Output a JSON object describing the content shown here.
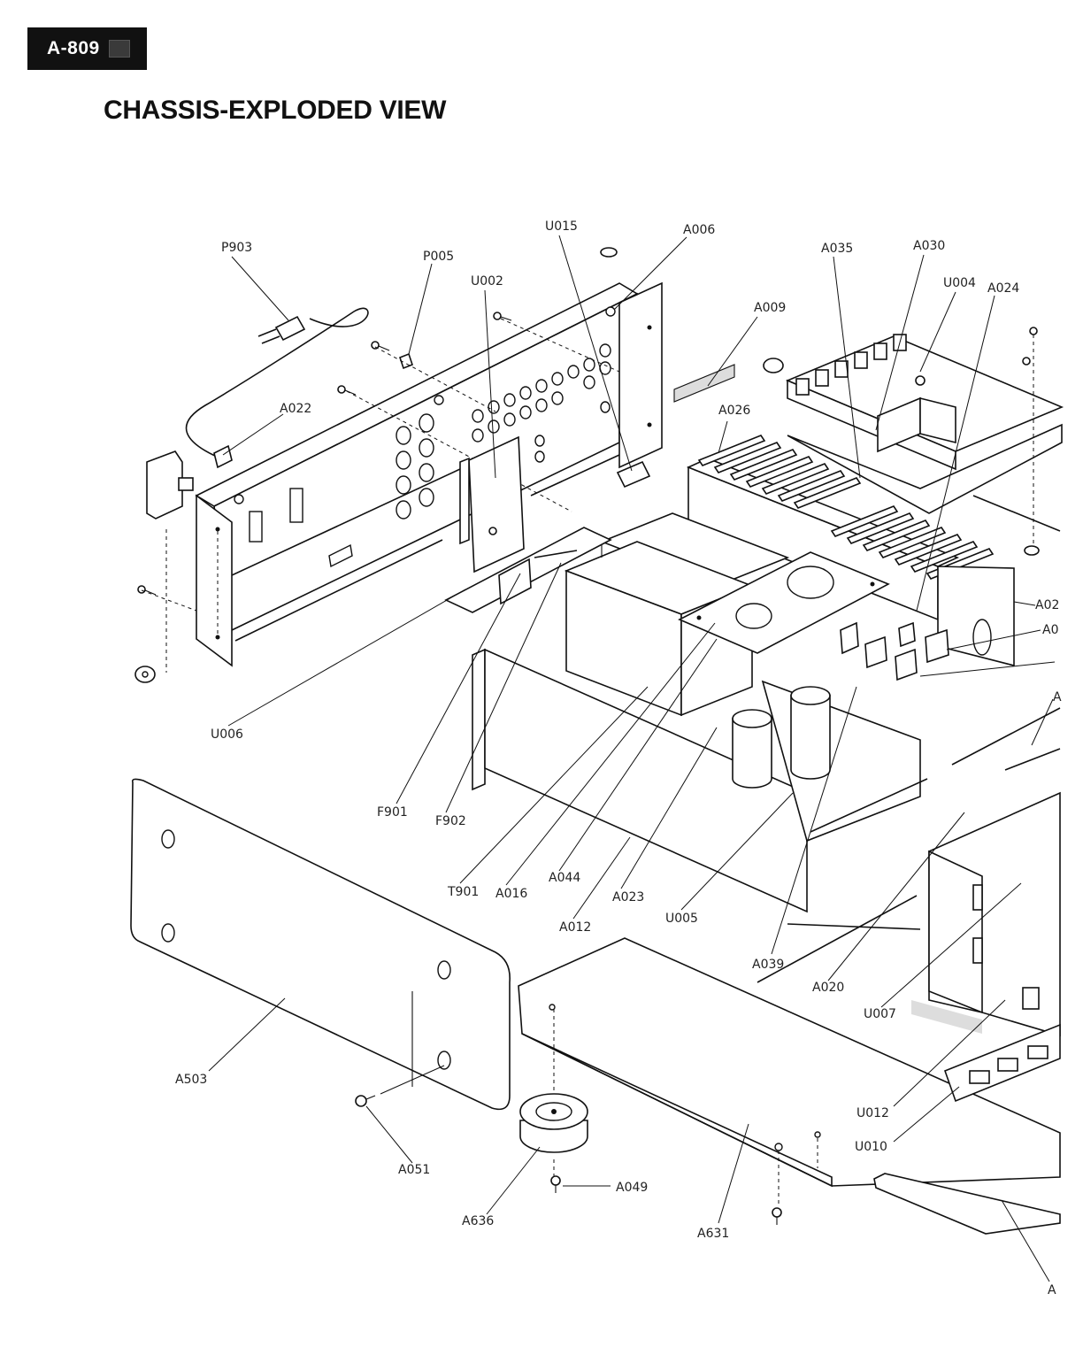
{
  "header": {
    "model": "A-809",
    "title": "CHASSIS-EXPLODED VIEW"
  },
  "part_labels": {
    "P903": "P903",
    "P005": "P005",
    "U015": "U015",
    "A006": "A006",
    "U002": "U002",
    "A009": "A009",
    "A035": "A035",
    "A030": "A030",
    "U004": "U004",
    "A024": "A024",
    "A022": "A022",
    "A026": "A026",
    "A02x": "A02",
    "A0x1": "A0",
    "A0x2": "A",
    "U006": "U006",
    "F901": "F901",
    "F902": "F902",
    "T901": "T901",
    "A016": "A016",
    "A044": "A044",
    "A023": "A023",
    "A012": "A012",
    "U005": "U005",
    "A039": "A039",
    "A020": "A020",
    "U007": "U007",
    "A503": "A503",
    "A051": "A051",
    "U012": "U012",
    "U010": "U010",
    "A049": "A049",
    "A636": "A636",
    "A631": "A631",
    "Axx": "A"
  }
}
